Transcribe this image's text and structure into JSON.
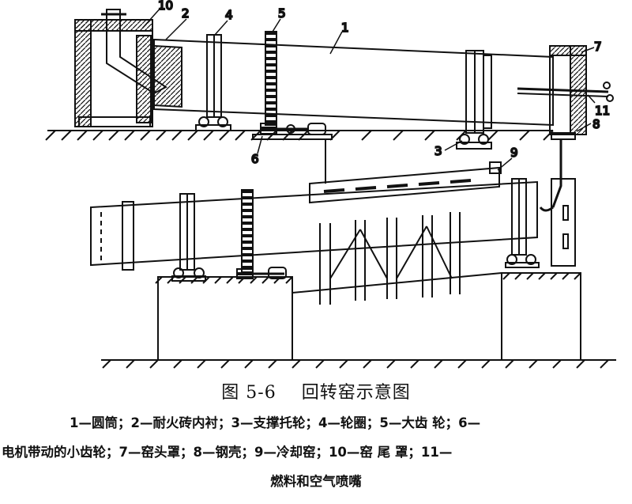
{
  "diagram": {
    "top_labels": [
      "10",
      "2",
      "4",
      "5",
      "1",
      "7",
      "11",
      "8",
      "3",
      "6"
    ],
    "bottom_labels": [
      "9"
    ]
  },
  "caption": {
    "figure_no": "图 5-6",
    "title": "回转窑示意图"
  },
  "legend": {
    "line1": "1—圆筒；2—耐火砖内衬；3—支撑托轮；4—轮圈；5—大齿 轮；6—",
    "line2": "电机带动的小齿轮；7—窑头罩；8—钢壳；9—冷却窑；10—窑 尾 罩；11—",
    "line3": "燃料和空气喷嘴"
  }
}
